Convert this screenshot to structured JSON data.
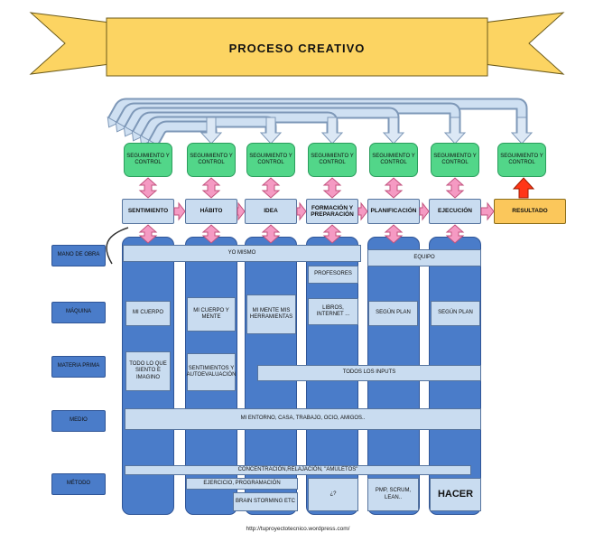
{
  "banner": {
    "title": "PROCESO CREATIVO"
  },
  "feedback": {
    "label": "SEGUIMIENTO Y CONTROL"
  },
  "process": {
    "steps": [
      "SENTIMIENTO",
      "HÁBITO",
      "IDEA",
      "FORMACIÓN Y PREPARACIÓN",
      "PLANIFICACIÓN",
      "EJECUCIÓN"
    ],
    "result": "RESULTADO"
  },
  "row_labels": [
    "MANO DE OBRA",
    "MÁQUINA",
    "MATERIA PRIMA",
    "MEDIO",
    "MÉTODO"
  ],
  "cells": {
    "yo_mismo": "YO MISMO",
    "equipo": "EQUIPO",
    "profesores": "PROFESORES",
    "mi_cuerpo": "MI CUERPO",
    "mi_cuerpo_y_mente": "MI CUERPO Y MENTE",
    "mi_mente": "MI MENTE MIS HERRAMIENTAS",
    "libros": "LIBROS, INTERNET ...",
    "segun_plan": "SEGÚN PLAN",
    "todo_lo_que": "TODO LO QUE SIENTO E IMAGINO",
    "sentimientos": "SENTIMIENTOS Y AUTOEVALUACIÓN",
    "todos_los_inputs": "TODOS LOS INPUTS",
    "mi_entorno": "MI ENTORNO, CASA, TRABAJO, OCIO, AMIGOS..",
    "concentracion": "CONCENTRACIÓN,RELAJACIÓN, \"AMULETOS\"",
    "ejercicio": "EJERCICIO, PROGRAMACIÓN",
    "brain_storming": "BRAIN STORMING ETC",
    "interrogante": "¿?",
    "pmp": "PMP, SCRUM, LEAN..",
    "hacer": "HACER"
  },
  "footer": {
    "url": "http://tuproyectotecnico.wordpress.com/"
  },
  "colors": {
    "banner_yellow": "#FCD462",
    "green": "#52D689",
    "light_blue": "#C9DCF0",
    "column_blue": "#4A7CC9",
    "pink_arrow": "#F59AC3",
    "red_arrow": "#FF3617"
  }
}
